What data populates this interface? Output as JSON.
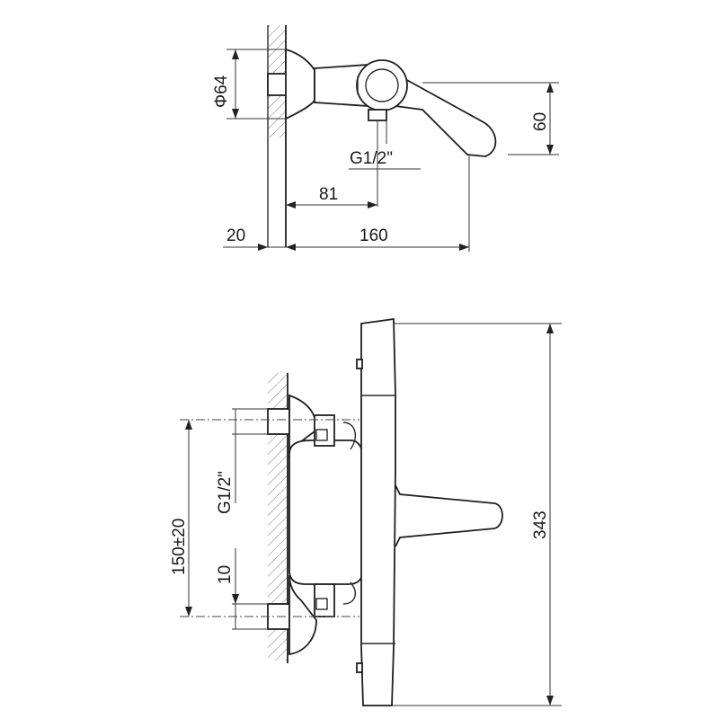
{
  "side_view": {
    "diameter_label": "Φ64",
    "height_label": "60",
    "thread_label": "G1/2\"",
    "offset_label": "81",
    "wall_label": "20",
    "length_label": "160"
  },
  "front_view": {
    "spacing_label": "150±20",
    "thread_label": "G1/2\"",
    "small_label": "10",
    "total_height_label": "343"
  }
}
